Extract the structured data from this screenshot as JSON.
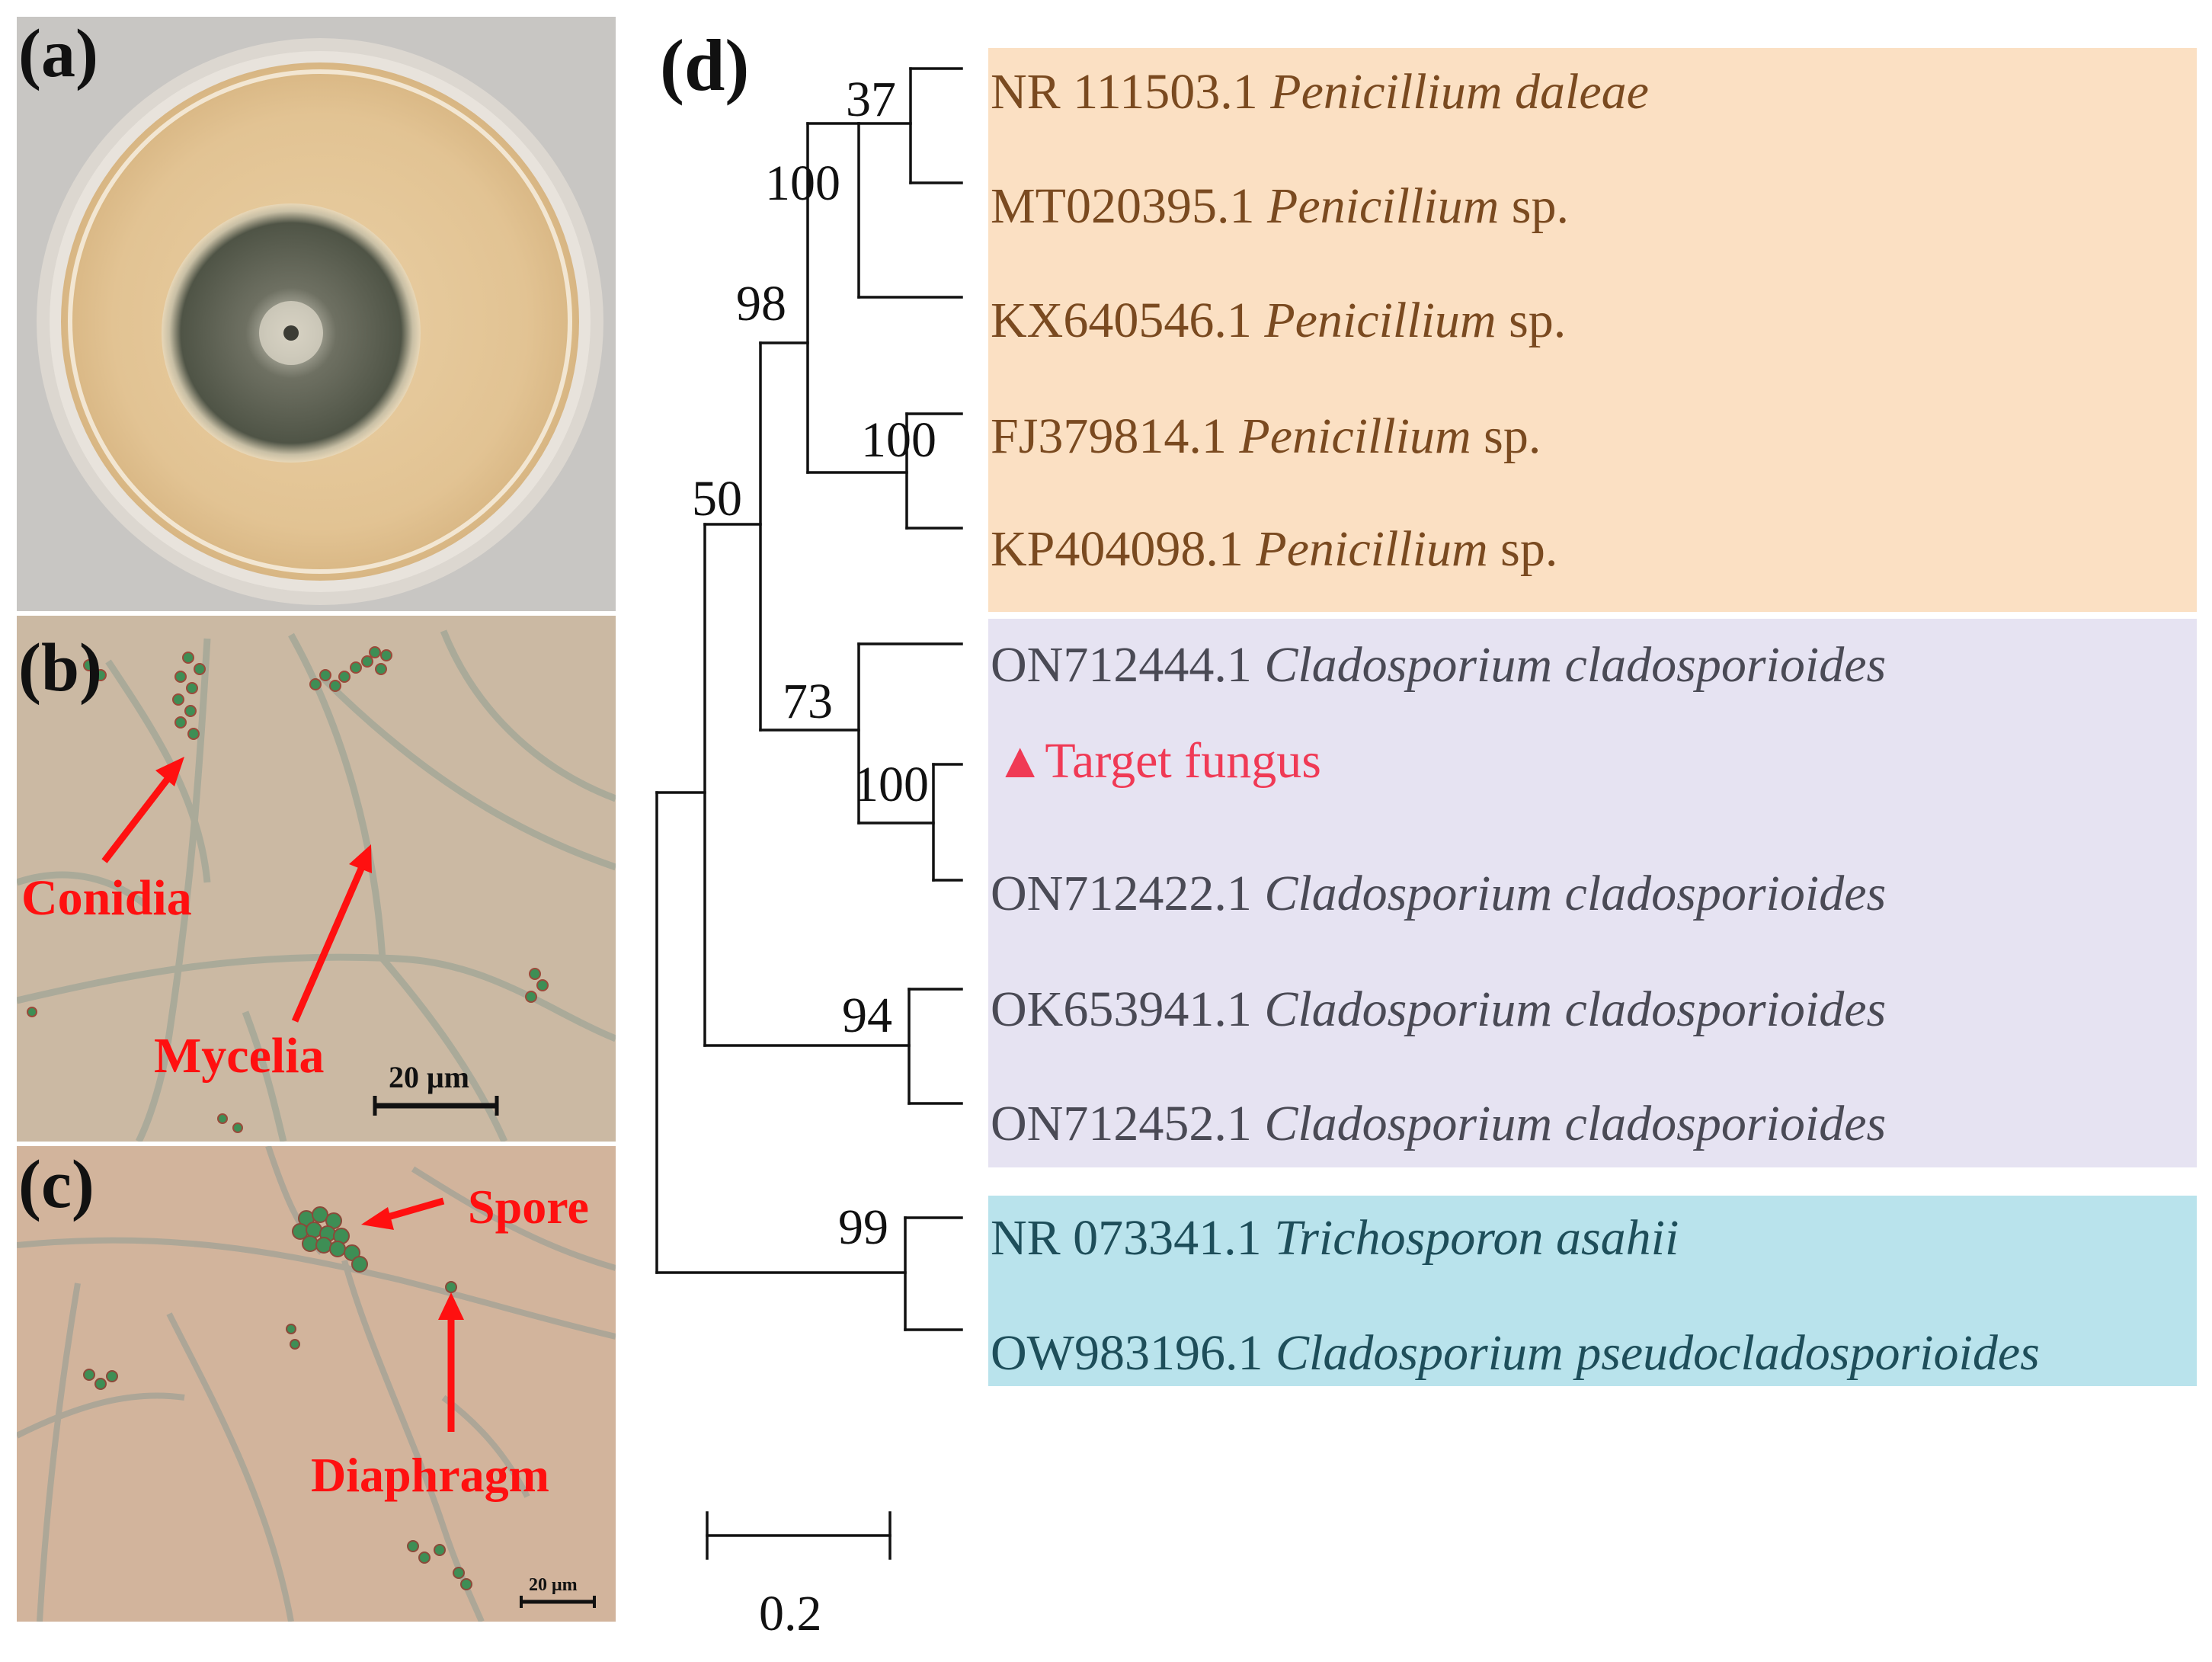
{
  "panels": {
    "a": {
      "letter": "(a)"
    },
    "b": {
      "letter": "(b)",
      "labels": {
        "conidia": "Conidia",
        "mycelia": "Mycelia"
      },
      "scale": "20 μm"
    },
    "c": {
      "letter": "(c)",
      "labels": {
        "spore": "Spore",
        "diaphragm": "Diaphragm"
      },
      "scale": "20 μm"
    },
    "d": {
      "letter": "(d)"
    }
  },
  "tree": {
    "clades": [
      {
        "color": "#fbe0c3",
        "text_color": "#7a4a20"
      },
      {
        "color": "#e6e3f2",
        "text_color": "#4a4a55"
      },
      {
        "color": "#b9e3ec",
        "text_color": "#1e4e5a"
      }
    ],
    "leaves": [
      {
        "acc": "NR 111503.1",
        "genus": "Penicillium daleae",
        "suffix": ""
      },
      {
        "acc": "MT020395.1",
        "genus": "Penicillium",
        "suffix": "sp."
      },
      {
        "acc": "KX640546.1",
        "genus": "Penicillium",
        "suffix": "sp."
      },
      {
        "acc": "FJ379814.1",
        "genus": "Penicillium",
        "suffix": "sp."
      },
      {
        "acc": "KP404098.1",
        "genus": "Penicillium",
        "suffix": "sp."
      },
      {
        "acc": "ON712444.1",
        "genus": "Cladosporium cladosporioides",
        "suffix": ""
      },
      {
        "acc": "▲Target fungus",
        "genus": "",
        "suffix": ""
      },
      {
        "acc": "ON712422.1",
        "genus": "Cladosporium cladosporioides",
        "suffix": ""
      },
      {
        "acc": "OK653941.1",
        "genus": "Cladosporium cladosporioides",
        "suffix": ""
      },
      {
        "acc": "ON712452.1",
        "genus": "Cladosporium cladosporioides",
        "suffix": ""
      },
      {
        "acc": "NR 073341.1",
        "genus": "Trichosporon asahii",
        "suffix": ""
      },
      {
        "acc": "OW983196.1",
        "genus": "Cladosporium pseudocladosporioides",
        "suffix": ""
      }
    ],
    "target_color": "#f03a55",
    "bootstrap": [
      "37",
      "100",
      "98",
      "100",
      "50",
      "73",
      "100",
      "94",
      "99"
    ],
    "scale_bar": "0.2"
  }
}
